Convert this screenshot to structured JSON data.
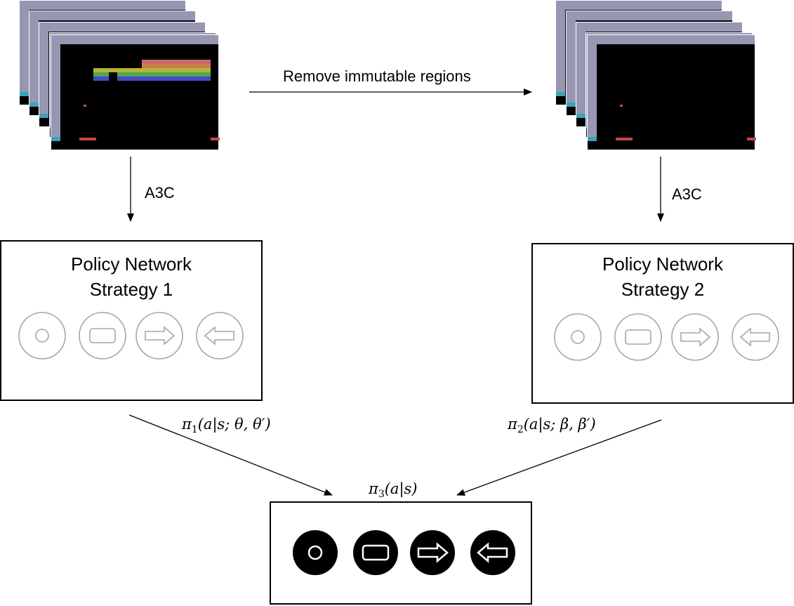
{
  "top_arrow_label": "Remove immutable regions",
  "left_arrow_label": "A3C",
  "right_arrow_label": "A3C",
  "left_box": {
    "title_line1": "Policy Network",
    "title_line2": "Strategy 1"
  },
  "right_box": {
    "title_line1": "Policy Network",
    "title_line2": "Strategy 2"
  },
  "pi1": {
    "symbol": "π",
    "sub": "1",
    "args": "(a|s; θ, θ′)"
  },
  "pi2": {
    "symbol": "π",
    "sub": "2",
    "args": "(a|s; β, β′)"
  },
  "pi3": {
    "symbol": "π",
    "sub": "3",
    "args": "(a|s)"
  },
  "action_icons": [
    "fire-icon",
    "noop-icon",
    "right-arrow-icon",
    "left-arrow-icon"
  ],
  "colors": {
    "frame": "#9797b4",
    "brick_red": "#c86b6b",
    "brick_orange": "#c88048",
    "brick_yellow": "#b4b43c",
    "brick_green": "#4ca84c",
    "brick_blue": "#4848c8",
    "paddle": "#c84848",
    "ball": "#c84848",
    "icon_outline": "#a6a6a6"
  }
}
